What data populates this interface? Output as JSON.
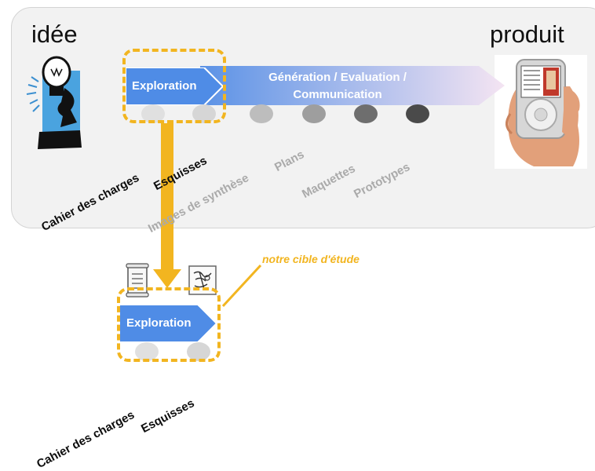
{
  "top": {
    "left_title": "idée",
    "right_title": "produit",
    "exploration_label": "Exploration",
    "generation_label_line1": "Génération / Evaluation /",
    "generation_label_line2": "Communication",
    "stages": [
      {
        "label": "Cahier des charges",
        "style": "dark"
      },
      {
        "label": "Esquisses",
        "style": "dark"
      },
      {
        "label": "Images de synthèse",
        "style": "light"
      },
      {
        "label": "Plans",
        "style": "light"
      },
      {
        "label": "Maquettes",
        "style": "light"
      },
      {
        "label": "Prototypes",
        "style": "light"
      }
    ]
  },
  "bottom": {
    "exploration_label": "Exploration",
    "annotation": "notre cible d'étude",
    "stages": [
      "Cahier des charges",
      "Esquisses"
    ]
  },
  "icons": [
    "lightbulb-idea-icon",
    "ipod-in-hand-icon",
    "document-scroll-icon",
    "sketch-paper-icon"
  ],
  "colors": {
    "panel_bg": "#f2f2f2",
    "accent_orange": "#f2b520",
    "exploration_blue": "#4f8ce6",
    "circle_light": "#dcdcdc",
    "circle_dark": "#4a4a4a"
  }
}
